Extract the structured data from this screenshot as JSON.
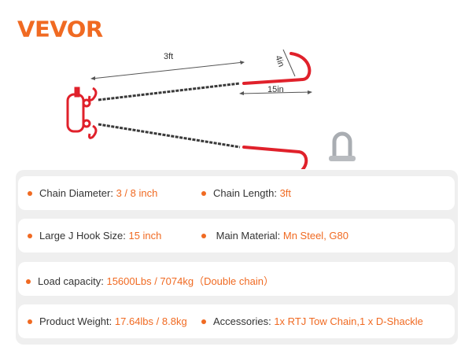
{
  "brand": "VEVOR",
  "dimensions": {
    "chain_length": "3ft",
    "hook_width": "4in",
    "hook_length": "15in"
  },
  "specs": [
    [
      {
        "label": "Chain Diameter:",
        "value": "3 / 8 inch"
      },
      {
        "label": "Chain Length:",
        "value": "3ft"
      }
    ],
    [
      {
        "label": "Large J Hook Size:",
        "value": "15 inch"
      },
      {
        "label": "Main Material:",
        "value": "Mn Steel, G80"
      }
    ],
    [
      {
        "label": "Load capacity:",
        "value": "15600Lbs / 7074kg（Double chain）"
      }
    ],
    [
      {
        "label": "Product Weight:",
        "value": "17.64lbs / 8.8kg"
      },
      {
        "label": "Accessories:",
        "value": "1x RTJ Tow Chain,1 x D-Shackle"
      }
    ]
  ],
  "colors": {
    "accent": "#f06a22",
    "hook": "#e0212b",
    "chain": "#444444"
  }
}
